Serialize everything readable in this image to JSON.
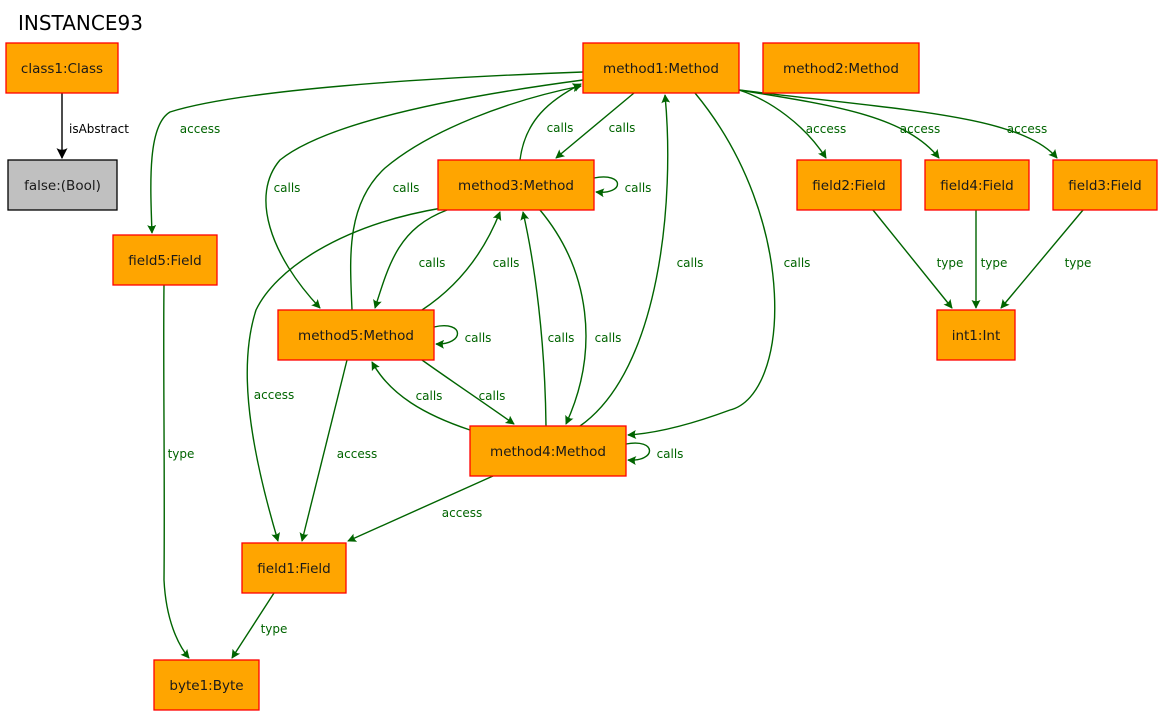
{
  "title": "INSTANCE93",
  "colors": {
    "node_fill": "#ffa500",
    "node_stroke": "#ff0000",
    "bool_fill": "#c0c0c0",
    "bool_stroke": "#000000",
    "edge": "#006400",
    "edge_black": "#000000"
  },
  "nodes": [
    {
      "id": "class1",
      "label": "class1:Class",
      "kind": "class"
    },
    {
      "id": "false",
      "label": "false:(Bool)",
      "kind": "bool"
    },
    {
      "id": "method1",
      "label": "method1:Method",
      "kind": "method"
    },
    {
      "id": "method2",
      "label": "method2:Method",
      "kind": "method"
    },
    {
      "id": "method3",
      "label": "method3:Method",
      "kind": "method"
    },
    {
      "id": "method4",
      "label": "method4:Method",
      "kind": "method"
    },
    {
      "id": "method5",
      "label": "method5:Method",
      "kind": "method"
    },
    {
      "id": "field1",
      "label": "field1:Field",
      "kind": "field"
    },
    {
      "id": "field2",
      "label": "field2:Field",
      "kind": "field"
    },
    {
      "id": "field3",
      "label": "field3:Field",
      "kind": "field"
    },
    {
      "id": "field4",
      "label": "field4:Field",
      "kind": "field"
    },
    {
      "id": "field5",
      "label": "field5:Field",
      "kind": "field"
    },
    {
      "id": "int1",
      "label": "int1:Int",
      "kind": "int"
    },
    {
      "id": "byte1",
      "label": "byte1:Byte",
      "kind": "byte"
    }
  ],
  "edges": [
    {
      "from": "class1",
      "to": "false",
      "label": "isAbstract"
    },
    {
      "from": "method1",
      "to": "field5",
      "label": "access"
    },
    {
      "from": "method1",
      "to": "method5",
      "label": "calls"
    },
    {
      "from": "method5",
      "to": "method1",
      "label": "calls"
    },
    {
      "from": "method3",
      "to": "method1",
      "label": "calls"
    },
    {
      "from": "method1",
      "to": "method3",
      "label": "calls"
    },
    {
      "from": "method3",
      "to": "method3",
      "label": "calls"
    },
    {
      "from": "method1",
      "to": "field2",
      "label": "access"
    },
    {
      "from": "method1",
      "to": "field4",
      "label": "access"
    },
    {
      "from": "method1",
      "to": "field3",
      "label": "access"
    },
    {
      "from": "method4",
      "to": "method1",
      "label": "calls"
    },
    {
      "from": "method1",
      "to": "method4",
      "label": "calls"
    },
    {
      "from": "method3",
      "to": "method5",
      "label": "calls"
    },
    {
      "from": "method5",
      "to": "method3",
      "label": "calls"
    },
    {
      "from": "method4",
      "to": "method3",
      "label": "calls"
    },
    {
      "from": "method3",
      "to": "method4",
      "label": "calls"
    },
    {
      "from": "method3",
      "to": "field1",
      "label": "access"
    },
    {
      "from": "method5",
      "to": "method5",
      "label": "calls"
    },
    {
      "from": "method5",
      "to": "field1",
      "label": "access"
    },
    {
      "from": "method4",
      "to": "method5",
      "label": "calls"
    },
    {
      "from": "method5",
      "to": "method4",
      "label": "calls"
    },
    {
      "from": "method4",
      "to": "method4",
      "label": "calls"
    },
    {
      "from": "method4",
      "to": "field1",
      "label": "access"
    },
    {
      "from": "field5",
      "to": "byte1",
      "label": "type"
    },
    {
      "from": "field1",
      "to": "byte1",
      "label": "type"
    },
    {
      "from": "field2",
      "to": "int1",
      "label": "type"
    },
    {
      "from": "field4",
      "to": "int1",
      "label": "type"
    },
    {
      "from": "field3",
      "to": "int1",
      "label": "type"
    }
  ]
}
